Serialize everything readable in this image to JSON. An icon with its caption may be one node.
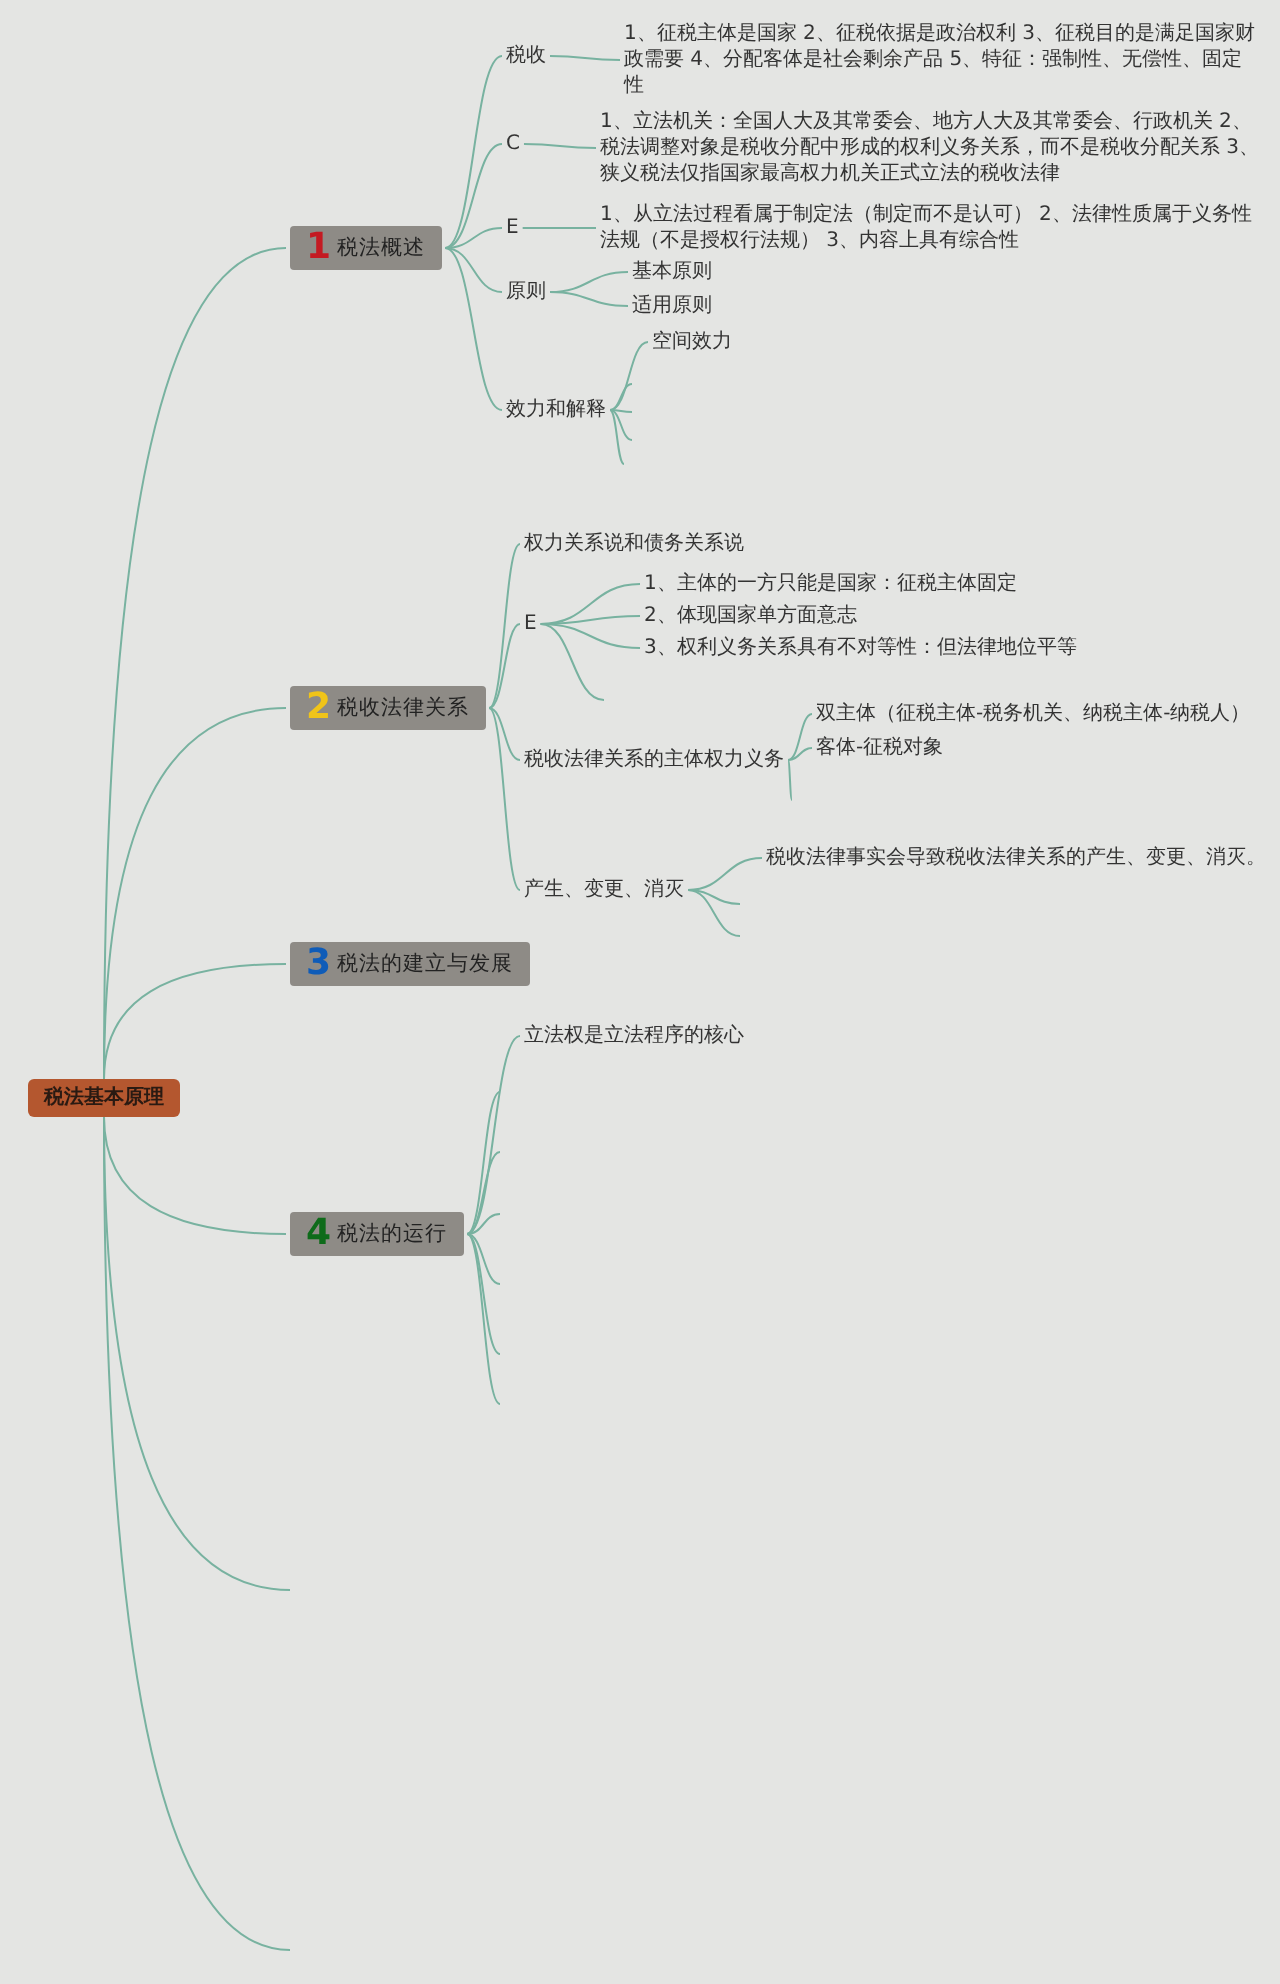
{
  "diagram": {
    "nodes": [
      {
        "text": [
          "税法基本原理"
        ]
      },
      {
        "text": [
          "1",
          "税法概述"
        ]
      },
      {
        "text": [
          "税收"
        ]
      },
      {
        "text": [
          "1、征税主体是国家 2、征税依据是政治权利 3、征税目的是满足国家财政需要 4、分配客体是社会剩余产品 5、特征：强制性、无偿性、固定性"
        ]
      },
      {
        "text": [
          "C"
        ]
      },
      {
        "text": [
          "1、立法机关：全国人大及其常委会、地方人大及其常委会、行政机关 2、税法调整对象是税收分配中形成的权利义务关系，而不是税收分配关系 3、狭义税法仅指国家最高权力机关正式立法的税收法律"
        ]
      },
      {
        "text": [
          "E"
        ]
      },
      {
        "text": [
          "1、从立法过程看属于制定法（制定而不是认可） 2、法律性质属于义务性法规（不是授权行法规） 3、内容上具有综合性"
        ]
      },
      {
        "text": [
          "原则"
        ]
      },
      {
        "text": [
          "基本原则"
        ]
      },
      {
        "text": [
          "适用原则"
        ]
      },
      {
        "text": [
          "效力和解释"
        ]
      },
      {
        "text": [
          "空间效力"
        ]
      },
      {
        "text": [
          "2",
          "税收法律关系"
        ]
      },
      {
        "text": [
          "权力关系说和债务关系说"
        ]
      },
      {
        "text": [
          "E"
        ]
      },
      {
        "text": [
          "1、主体的一方只能是国家：征税主体固定"
        ]
      },
      {
        "text": [
          "2、体现国家单方面意志"
        ]
      },
      {
        "text": [
          "3、权利义务关系具有不对等性：但法律地位平等"
        ]
      },
      {
        "text": [
          "税收法律关系的主体权力义务"
        ]
      },
      {
        "text": [
          "双主体（征税主体-税务机关、纳税主体-纳税人）"
        ]
      },
      {
        "text": [
          "客体-征税对象"
        ]
      },
      {
        "text": [
          "产生、变更、消灭"
        ]
      },
      {
        "text": [
          "税收法律事实会导致税收法律关系的产生、变更、消灭。"
        ]
      },
      {
        "text": [
          "3",
          "税法的建立与发展"
        ]
      },
      {
        "text": [
          "4",
          "税法的运行"
        ]
      },
      {
        "text": [
          "立法权是立法程序的核心"
        ]
      }
    ],
    "edges": [
      {
        "from": 0,
        "to": 1,
        "arrow": "none"
      },
      {
        "from": 0,
        "to": 13,
        "arrow": "none"
      },
      {
        "from": 0,
        "to": 24,
        "arrow": "none"
      },
      {
        "from": 0,
        "to": 25,
        "arrow": "none"
      },
      {
        "from": 0,
        "to": null,
        "arrow": "none"
      },
      {
        "from": 0,
        "to": null,
        "arrow": "none"
      },
      {
        "from": 1,
        "to": 2,
        "arrow": "none"
      },
      {
        "from": 2,
        "to": 3,
        "arrow": "none"
      },
      {
        "from": 1,
        "to": 4,
        "arrow": "none"
      },
      {
        "from": 4,
        "to": 5,
        "arrow": "none"
      },
      {
        "from": 1,
        "to": 6,
        "arrow": "none"
      },
      {
        "from": 6,
        "to": 7,
        "arrow": "none"
      },
      {
        "from": 1,
        "to": 8,
        "arrow": "none"
      },
      {
        "from": 8,
        "to": 9,
        "arrow": "none"
      },
      {
        "from": 8,
        "to": 10,
        "arrow": "none"
      },
      {
        "from": 1,
        "to": 11,
        "arrow": "none"
      },
      {
        "from": 11,
        "to": 12,
        "arrow": "none"
      },
      {
        "from": 11,
        "to": null,
        "arrow": "none"
      },
      {
        "from": 11,
        "to": null,
        "arrow": "none"
      },
      {
        "from": 11,
        "to": null,
        "arrow": "none"
      },
      {
        "from": 11,
        "to": null,
        "arrow": "none"
      },
      {
        "from": 13,
        "to": 14,
        "arrow": "none"
      },
      {
        "from": 13,
        "to": 15,
        "arrow": "none"
      },
      {
        "from": 15,
        "to": 16,
        "arrow": "none"
      },
      {
        "from": 15,
        "to": 17,
        "arrow": "none"
      },
      {
        "from": 15,
        "to": 18,
        "arrow": "none"
      },
      {
        "from": 15,
        "to": null,
        "arrow": "none"
      },
      {
        "from": 13,
        "to": 19,
        "arrow": "none"
      },
      {
        "from": 19,
        "to": 20,
        "arrow": "none"
      },
      {
        "from": 19,
        "to": 21,
        "arrow": "none"
      },
      {
        "from": 19,
        "to": null,
        "arrow": "none"
      },
      {
        "from": 13,
        "to": 22,
        "arrow": "none"
      },
      {
        "from": 22,
        "to": 23,
        "arrow": "none"
      },
      {
        "from": 22,
        "to": null,
        "arrow": "none"
      },
      {
        "from": 22,
        "to": null,
        "arrow": "none"
      },
      {
        "from": 25,
        "to": 26,
        "arrow": "none"
      },
      {
        "from": 25,
        "to": null,
        "arrow": "none"
      },
      {
        "from": 25,
        "to": null,
        "arrow": "none"
      },
      {
        "from": 25,
        "to": null,
        "arrow": "none"
      },
      {
        "from": 25,
        "to": null,
        "arrow": "none"
      },
      {
        "from": 25,
        "to": null,
        "arrow": "none"
      },
      {
        "from": 25,
        "to": null,
        "arrow": "none"
      }
    ]
  }
}
